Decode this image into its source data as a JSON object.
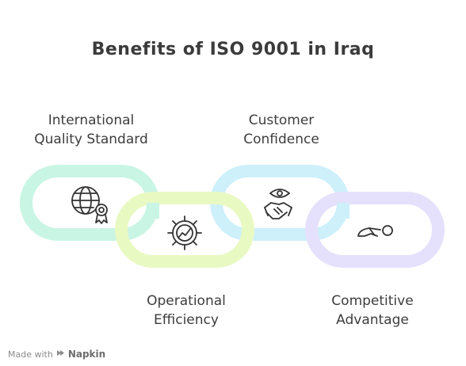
{
  "title": "Benefits of ISO 9001 in Iraq",
  "benefits": [
    {
      "line1": "International",
      "line2": "Quality Standard",
      "icon": "globe-certificate-icon",
      "color": "#c9f5e4"
    },
    {
      "line1": "Operational",
      "line2": "Efficiency",
      "icon": "gear-trend-icon",
      "color": "#e9f9c2"
    },
    {
      "line1": "Customer",
      "line2": "Confidence",
      "icon": "handshake-eye-icon",
      "color": "#cdf0fb"
    },
    {
      "line1": "Competitive",
      "line2": "Advantage",
      "icon": "runner-icon",
      "color": "#e5e0fb"
    }
  ],
  "footer": {
    "made_with": "Made with",
    "brand": "Napkin"
  }
}
